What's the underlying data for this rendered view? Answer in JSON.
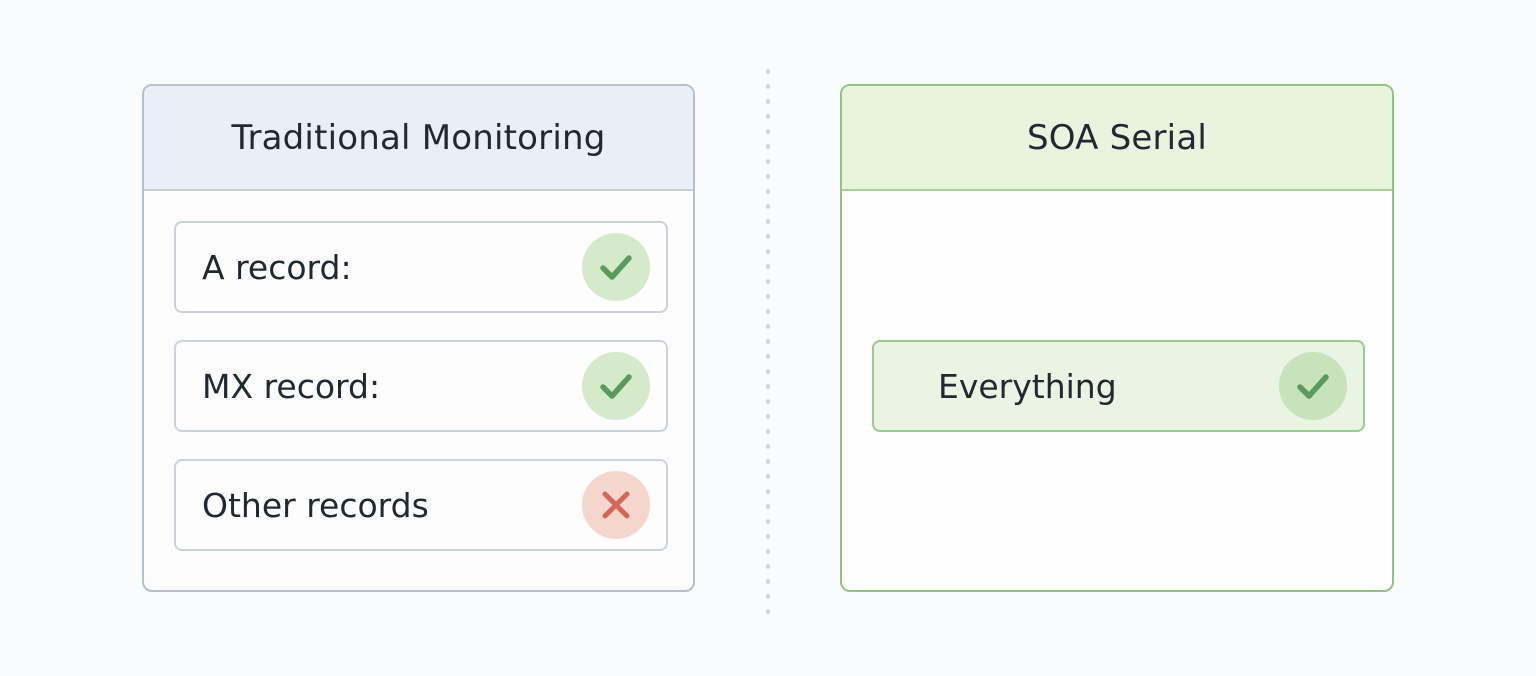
{
  "diagram": {
    "left_panel": {
      "title": "Traditional Monitoring",
      "rows": [
        {
          "label": "A record:",
          "status": "check",
          "status_icon": "check-icon"
        },
        {
          "label": "MX record:",
          "status": "check",
          "status_icon": "check-icon"
        },
        {
          "label": "Other records",
          "status": "cross",
          "status_icon": "x-icon"
        }
      ]
    },
    "right_panel": {
      "title": "SOA Serial",
      "rows": [
        {
          "label": "Everything",
          "status": "check",
          "status_icon": "check-icon"
        }
      ]
    },
    "colors": {
      "left_border": "#b5c0cf",
      "left_header_bg": "#eaeff7",
      "right_border": "#93c285",
      "right_header_bg": "#e7f4de",
      "check_green": "#5a9a5c",
      "check_bg": "#d4eacb",
      "cross_red": "#d2665b",
      "cross_bg": "#f6d6cc",
      "divider_dots": "#cfd2d6"
    }
  }
}
